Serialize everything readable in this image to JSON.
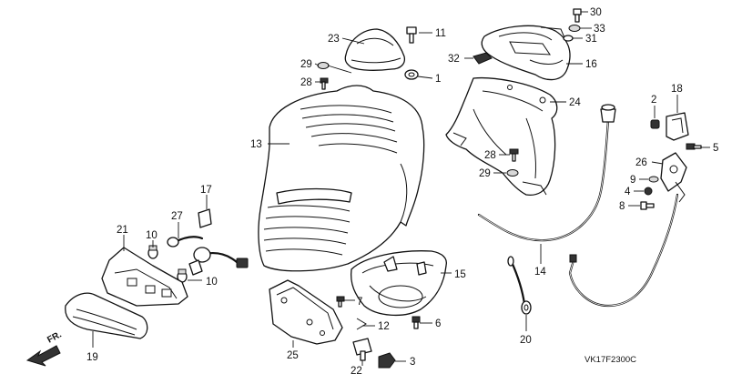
{
  "diagram": {
    "drawing_code": "VK17F2300C",
    "direction_label": "FR.",
    "callouts": [
      {
        "id": "c30",
        "text": "30"
      },
      {
        "id": "c33",
        "text": "33"
      },
      {
        "id": "c31",
        "text": "31"
      },
      {
        "id": "c23",
        "text": "23"
      },
      {
        "id": "c11",
        "text": "11"
      },
      {
        "id": "c29a",
        "text": "29"
      },
      {
        "id": "c28a",
        "text": "28"
      },
      {
        "id": "c1",
        "text": "1"
      },
      {
        "id": "c32",
        "text": "32"
      },
      {
        "id": "c16",
        "text": "16"
      },
      {
        "id": "c24",
        "text": "24"
      },
      {
        "id": "c2",
        "text": "2"
      },
      {
        "id": "c18",
        "text": "18"
      },
      {
        "id": "c13",
        "text": "13"
      },
      {
        "id": "c28b",
        "text": "28"
      },
      {
        "id": "c29b",
        "text": "29"
      },
      {
        "id": "c5",
        "text": "5"
      },
      {
        "id": "c26",
        "text": "26"
      },
      {
        "id": "c9",
        "text": "9"
      },
      {
        "id": "c4",
        "text": "4"
      },
      {
        "id": "c8",
        "text": "8"
      },
      {
        "id": "c17",
        "text": "17"
      },
      {
        "id": "c27",
        "text": "27"
      },
      {
        "id": "c21",
        "text": "21"
      },
      {
        "id": "c10a",
        "text": "10"
      },
      {
        "id": "c10b",
        "text": "10"
      },
      {
        "id": "c15",
        "text": "15"
      },
      {
        "id": "c14",
        "text": "14"
      },
      {
        "id": "c7",
        "text": "7"
      },
      {
        "id": "c12",
        "text": "12"
      },
      {
        "id": "c6",
        "text": "6"
      },
      {
        "id": "c20",
        "text": "20"
      },
      {
        "id": "c19",
        "text": "19"
      },
      {
        "id": "c25",
        "text": "25"
      },
      {
        "id": "c22",
        "text": "22"
      },
      {
        "id": "c3",
        "text": "3"
      }
    ]
  }
}
